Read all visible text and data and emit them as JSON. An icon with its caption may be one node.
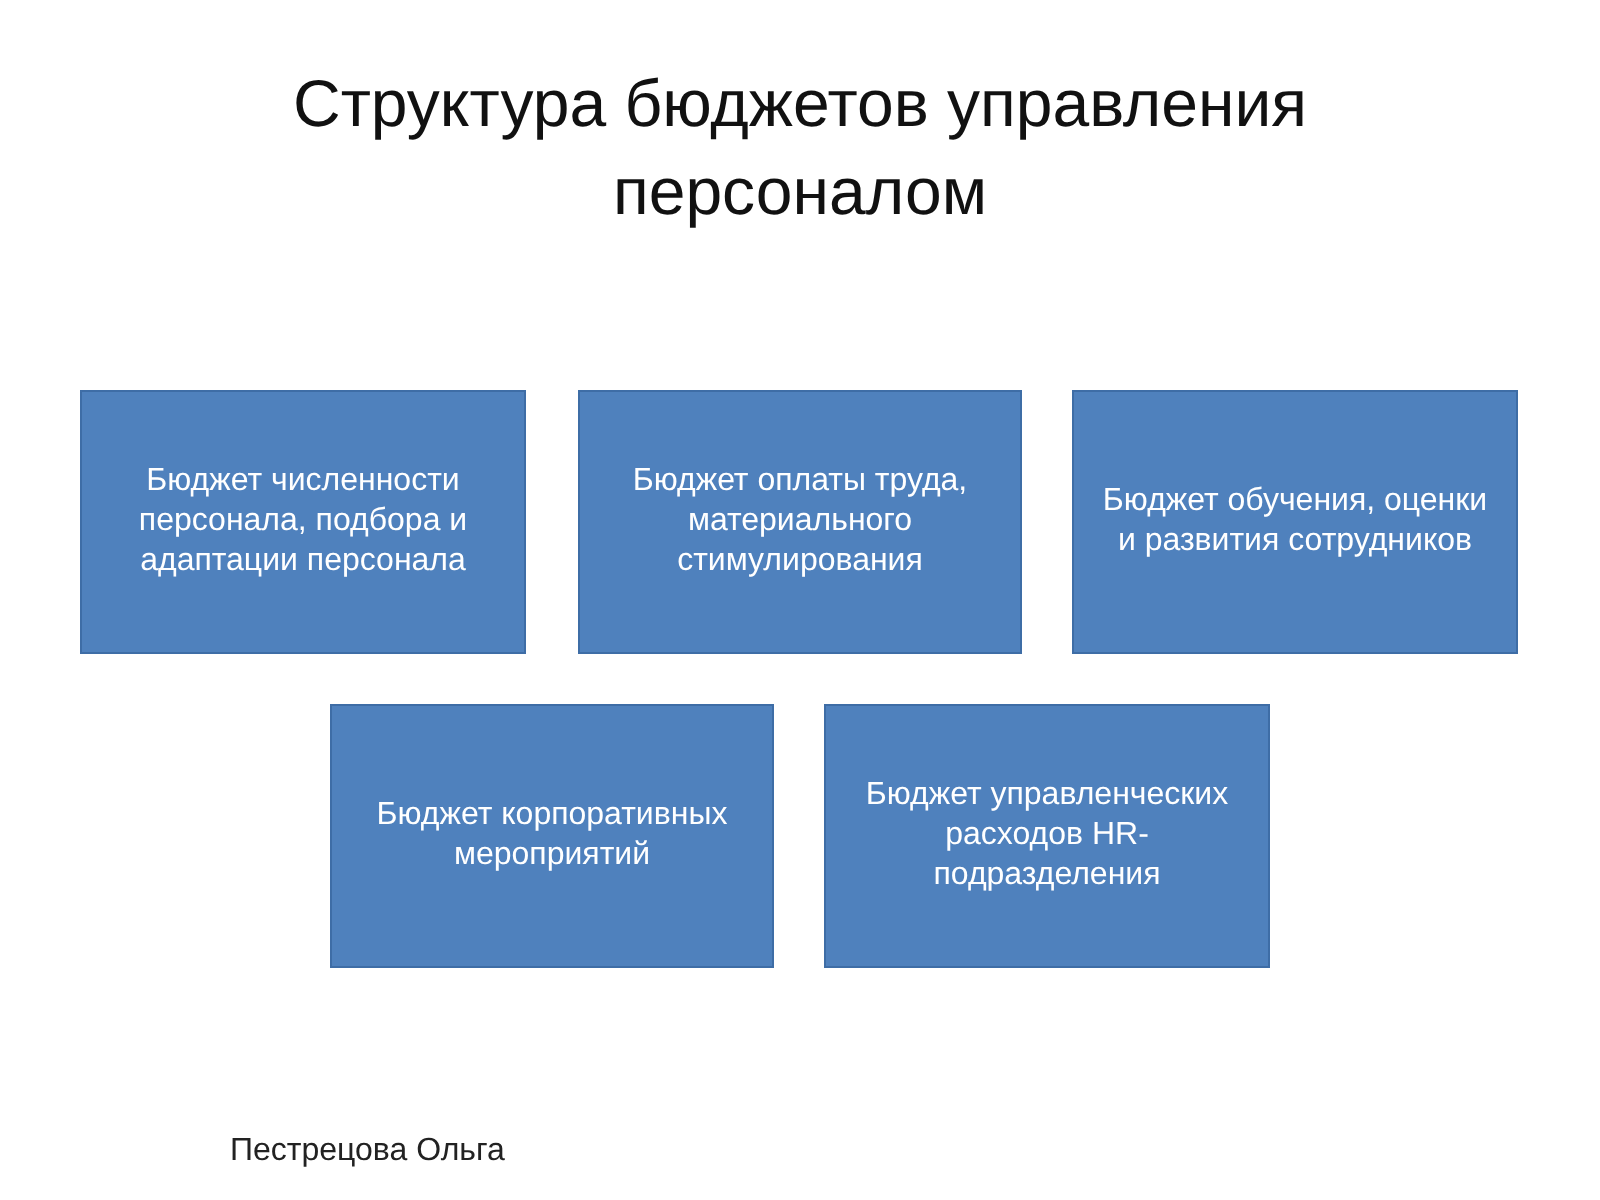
{
  "diagram": {
    "title": "Структура бюджетов управления персоналом",
    "nodes": [
      {
        "text": [
          "Бюджет численности персонала, подбора и адаптации персонала"
        ]
      },
      {
        "text": [
          "Бюджет оплаты труда, материального стимулирования"
        ]
      },
      {
        "text": [
          "Бюджет обучения, оценки и развития сотрудников"
        ]
      },
      {
        "text": [
          "Бюджет корпоративных мероприятий"
        ]
      },
      {
        "text": [
          "Бюджет управленческих расходов HR-подразделения"
        ]
      }
    ],
    "labels": [
      "Пестрецова Ольга"
    ]
  }
}
